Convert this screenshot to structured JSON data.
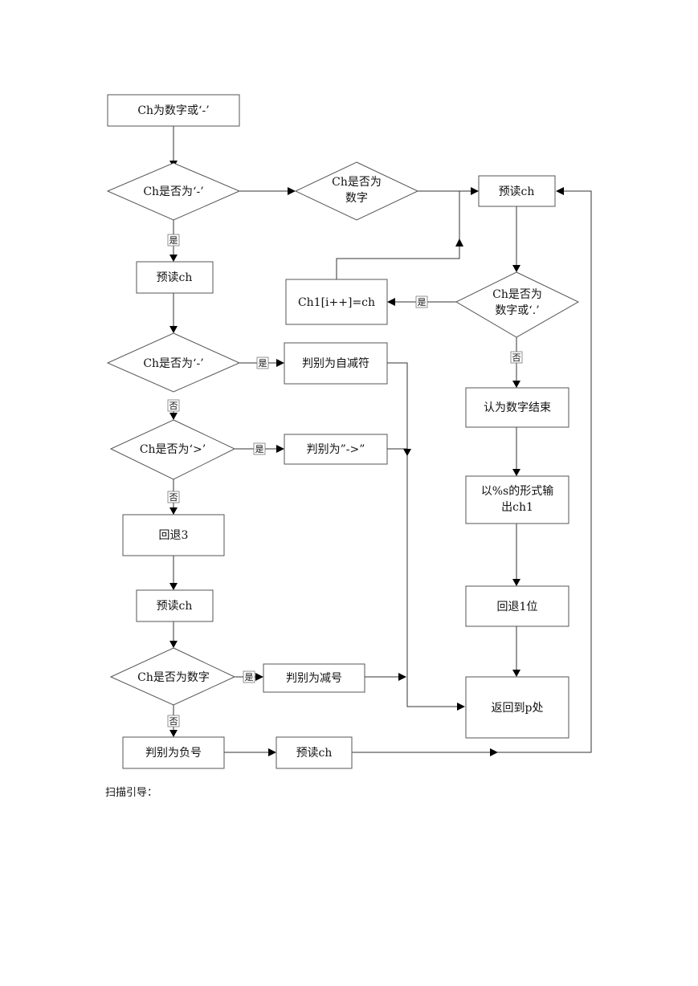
{
  "nodes": {
    "start": "Ch为数字或‘-’",
    "d_minus": "Ch是否为‘-’",
    "d_digit_1": "Ch是否为",
    "d_digit_2": "数字",
    "read_a": "预读ch",
    "read_b": "预读ch",
    "store": "Ch1[i++]=ch",
    "d_numdot_1": "Ch是否为",
    "d_numdot_2": "数字或‘.’",
    "d_minus2": "Ch是否为‘-’",
    "decrement": "判别为自减符",
    "num_end": "认为数字结束",
    "d_gt": "Ch是否为‘>’",
    "arrow_op": "判别为”->”",
    "output_1": "以%s的形式输",
    "output_2": "出ch1",
    "back3": "回退3",
    "read_c": "预读ch",
    "back1": "回退1位",
    "d_digit2": "Ch是否为数字",
    "minus_op": "判别为减号",
    "return_p": "返回到p处",
    "negative": "判别为负号",
    "read_d": "预读ch"
  },
  "labels": {
    "yes_1": "是",
    "yes_2": "是",
    "no_1": "否",
    "yes_3": "是",
    "no_2": "否",
    "yes_4": "是",
    "no_3": "否",
    "yes_5": "是",
    "no_4": "否"
  },
  "caption": "扫描引导："
}
